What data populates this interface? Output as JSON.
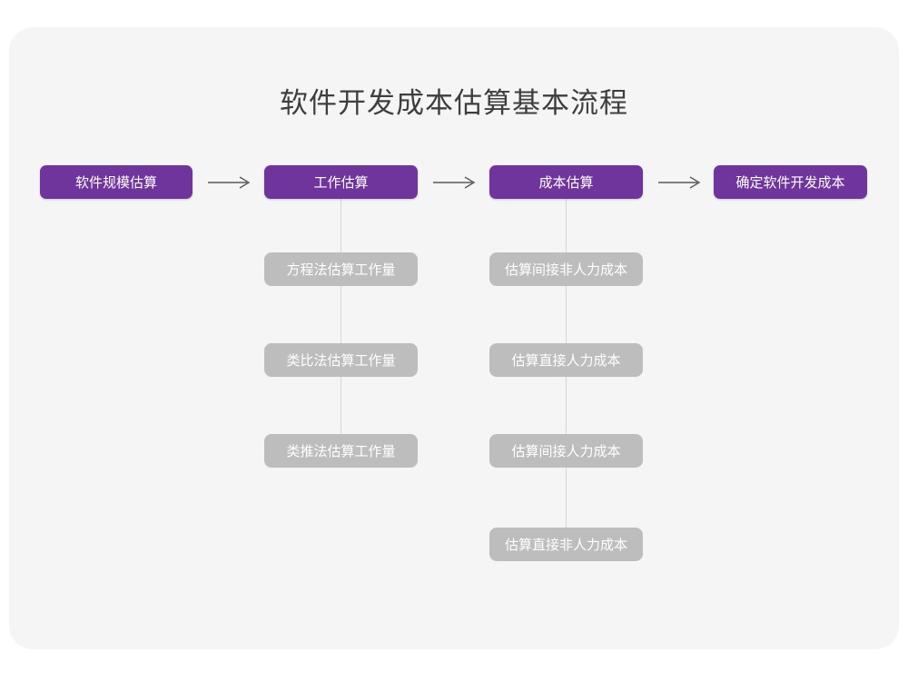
{
  "page": {
    "title": "软件开发成本估算基本流程",
    "background_color": "#ffffff",
    "card_color": "#f5f5f5"
  },
  "colors": {
    "primary": "#6f359c",
    "secondary": "#bdbdbd",
    "node_text": "#ffffff",
    "title_text": "#3e3e3e",
    "connector": "#d6d6d6",
    "arrow": "#5a5a5a"
  },
  "flow": {
    "main_steps": [
      {
        "label": "软件规模估算",
        "kind": "primary"
      },
      {
        "label": "工作估算",
        "kind": "primary"
      },
      {
        "label": "成本估算",
        "kind": "primary"
      },
      {
        "label": "确定软件开发成本",
        "kind": "primary"
      }
    ],
    "arrows": [
      {
        "name": "arrow-step1-step2",
        "glyph": "→"
      },
      {
        "name": "arrow-step2-step3",
        "glyph": "→"
      },
      {
        "name": "arrow-step3-step4",
        "glyph": "→"
      }
    ],
    "work_estimation_methods": [
      {
        "label": "方程法估算工作量"
      },
      {
        "label": "类比法估算工作量"
      },
      {
        "label": "类推法估算工作量"
      }
    ],
    "cost_estimation_items": [
      {
        "label": "估算间接非人力成本"
      },
      {
        "label": "估算直接人力成本"
      },
      {
        "label": "估算间接人力成本"
      },
      {
        "label": "估算直接非人力成本"
      }
    ]
  }
}
